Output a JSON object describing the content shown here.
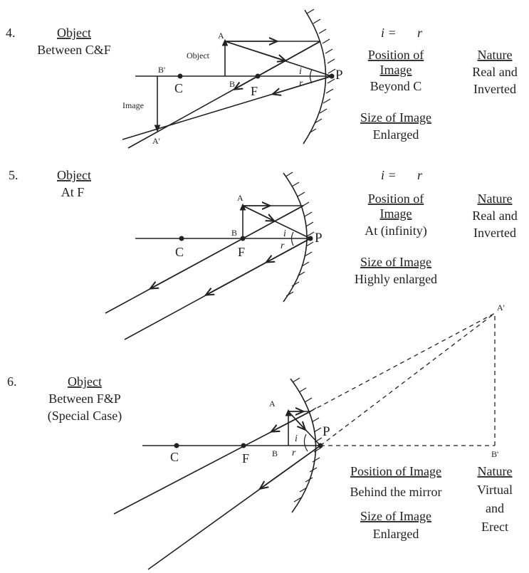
{
  "cases": [
    {
      "number": "4.",
      "object_heading": "Object",
      "object_position": "Between C&F",
      "object_label": "Object",
      "image_label": "Image",
      "angle_eq_left": "i =",
      "angle_eq_right": "r",
      "position_heading_line1": "Position of",
      "position_heading_line2": "Image",
      "position_value": "Beyond C",
      "nature_heading": "Nature",
      "nature_line1": "Real and",
      "nature_line2": "Inverted",
      "size_heading": "Size of Image",
      "size_value": "Enlarged",
      "points": {
        "A": "A",
        "B": "B",
        "C": "C",
        "F": "F",
        "P": "P",
        "B_img": "B'",
        "A_img": "A'",
        "i": "i",
        "r": "r"
      }
    },
    {
      "number": "5.",
      "object_heading": "Object",
      "object_position": "At F",
      "angle_eq_left": "i =",
      "angle_eq_right": "r",
      "position_heading_line1": "Position of",
      "position_heading_line2": "Image",
      "position_value": "At (infinity)",
      "nature_heading": "Nature",
      "nature_line1": "Real and",
      "nature_line2": "Inverted",
      "size_heading": "Size of Image",
      "size_value": "Highly enlarged",
      "points": {
        "A": "A",
        "B": "B",
        "C": "C",
        "F": "F",
        "P": "P",
        "i": "i",
        "r": "r"
      }
    },
    {
      "number": "6.",
      "object_heading": "Object",
      "object_position": "Between F&P",
      "object_note": "(Special Case)",
      "position_heading": "Position of Image",
      "position_value": "Behind the mirror",
      "nature_heading": "Nature",
      "nature_line1": "Virtual",
      "nature_line2": "and",
      "nature_line3": "Erect",
      "size_heading": "Size of Image",
      "size_value": "Enlarged",
      "points": {
        "A": "A",
        "B": "B",
        "C": "C",
        "F": "F",
        "P": "P",
        "A_img": "A'",
        "B_img": "B'",
        "i": "i",
        "r": "r"
      }
    }
  ]
}
